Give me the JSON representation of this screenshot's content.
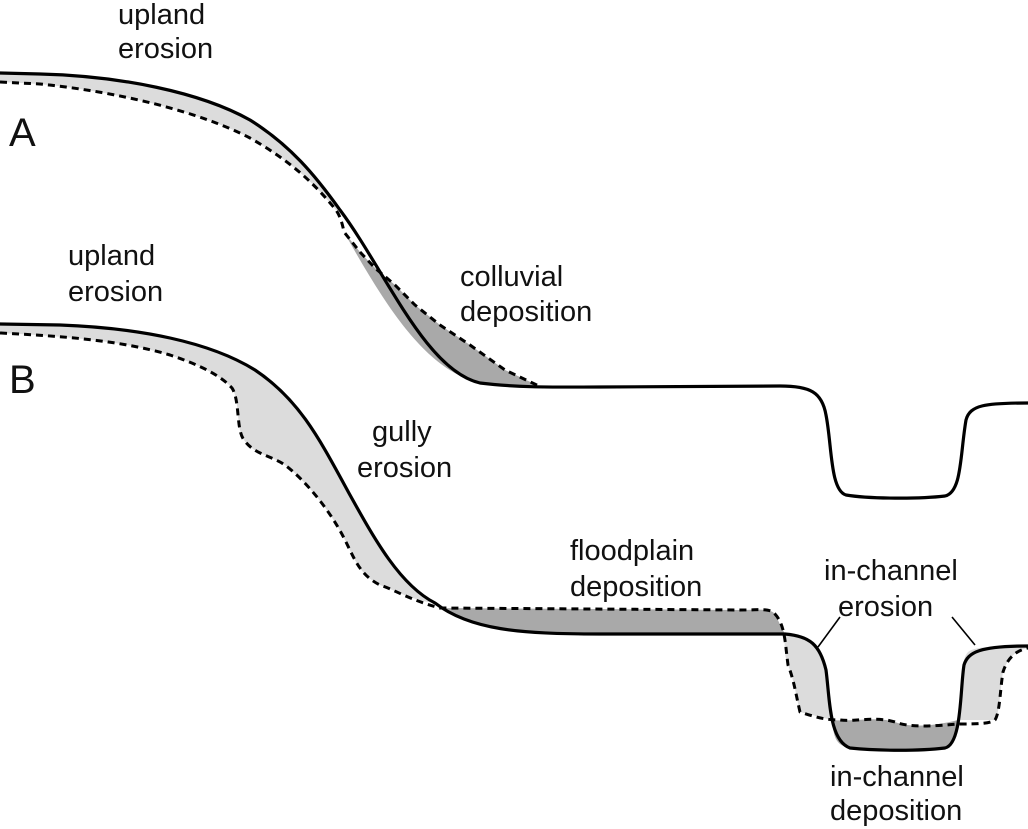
{
  "panels": {
    "a": "A",
    "b": "B"
  },
  "labels": {
    "upland_erosion_a": [
      "upland",
      "erosion"
    ],
    "colluvial_deposition": [
      "colluvial",
      "deposition"
    ],
    "upland_erosion_b": [
      "upland",
      "erosion"
    ],
    "gully_erosion": [
      "gully",
      "erosion"
    ],
    "floodplain_deposition": [
      "floodplain",
      "deposition"
    ],
    "in_channel_erosion": [
      "in-channel",
      "erosion"
    ],
    "in_channel_deposition": [
      "in-channel",
      "deposition"
    ]
  },
  "colors": {
    "erosion_fill": "#dcdcdc",
    "deposition_fill": "#a9a9a9",
    "line": "#000000"
  }
}
